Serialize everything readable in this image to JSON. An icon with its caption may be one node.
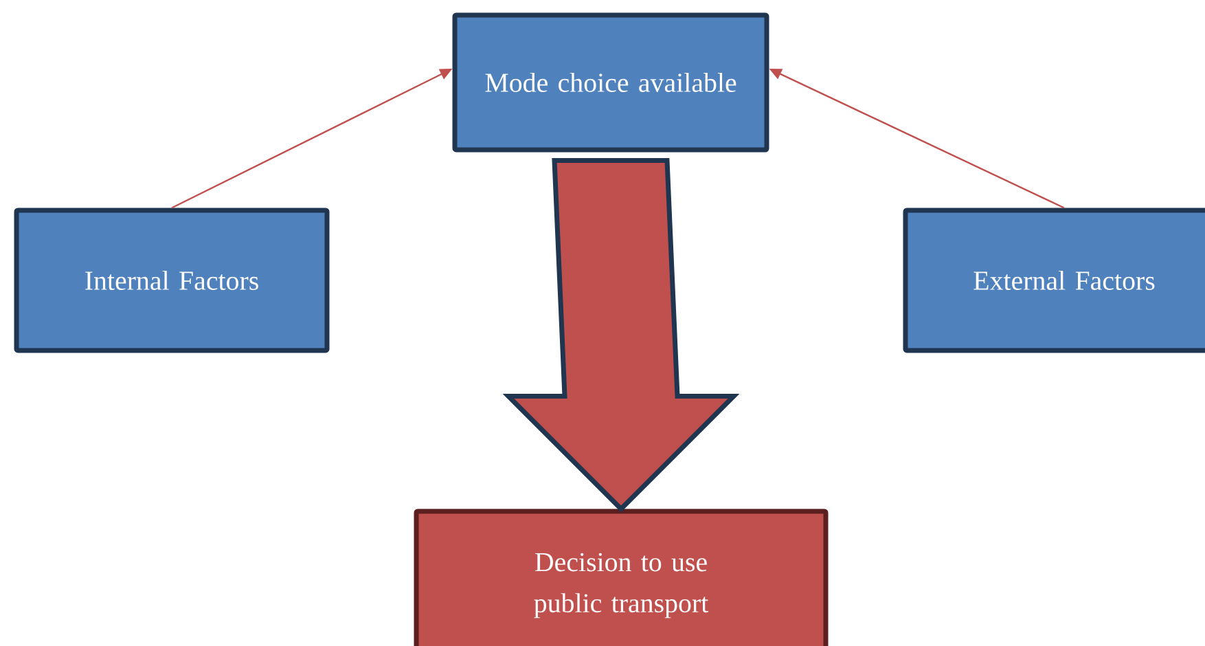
{
  "diagram": {
    "nodes": [
      {
        "text": [
          "Mode choice available"
        ]
      },
      {
        "text": [
          "Internal Factors"
        ]
      },
      {
        "text": [
          "External Factors"
        ]
      },
      {
        "text": [
          "Decision to use public transport"
        ]
      }
    ],
    "edges": [
      {
        "from": 1,
        "to": 0,
        "arrow": "to"
      },
      {
        "from": 2,
        "to": 0,
        "arrow": "to"
      },
      {
        "from": 0,
        "to": 3,
        "arrow": "to",
        "style": "thick"
      }
    ]
  }
}
